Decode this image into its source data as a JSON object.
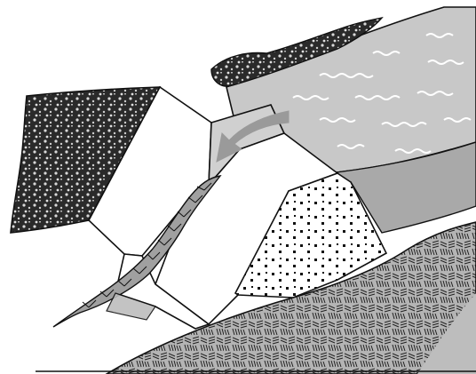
{
  "figure": {
    "regions": [
      {
        "id": "water",
        "fill": "#c8c8c8",
        "pattern": "wavy-lines"
      },
      {
        "id": "deep-water",
        "fill": "#a9a9a9"
      },
      {
        "id": "bedrock",
        "fill": "#b0b0b0",
        "pattern": "cross-hatch"
      },
      {
        "id": "rubble-left",
        "fill": "#333333",
        "pattern": "mottled"
      },
      {
        "id": "rubble-top",
        "fill": "#333333",
        "pattern": "mottled"
      },
      {
        "id": "dotted-block",
        "fill": "#ffffff",
        "pattern": "dots"
      },
      {
        "id": "crack-vein",
        "fill": "#a0a0a0",
        "pattern": "leaf-hatch"
      },
      {
        "id": "arrow",
        "fill": "#9a9a9a",
        "direction": "curved-left-down"
      }
    ],
    "colors": {
      "ink": "#111111",
      "light_gray": "#c8c8c8",
      "mid_gray": "#a9a9a9",
      "dark": "#333333",
      "white": "#ffffff"
    }
  }
}
